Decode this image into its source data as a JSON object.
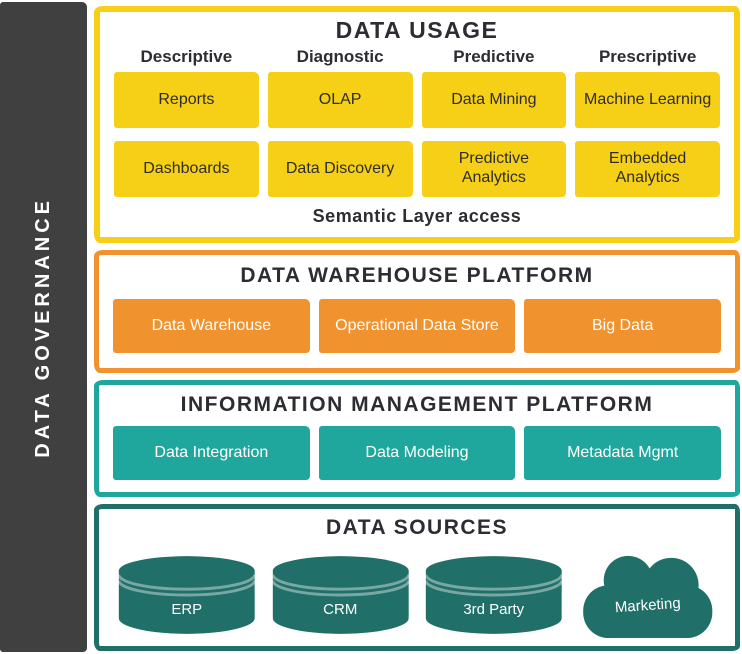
{
  "colors": {
    "yellow": "#F6D017",
    "orange": "#F0932E",
    "teal": "#1FA79D",
    "darkteal": "#206F68",
    "charcoal": "#404040",
    "ink": "#2E2B33",
    "white": "#FFFFFF",
    "page-bg": "#FFFFFF"
  },
  "governance": {
    "label": "DATA GOVERNANCE"
  },
  "sections": {
    "usage": {
      "title": "DATA USAGE",
      "columns": [
        "Descriptive",
        "Diagnostic",
        "Predictive",
        "Prescriptive"
      ],
      "rows": [
        [
          "Reports",
          "OLAP",
          "Data Mining",
          "Machine Learning"
        ],
        [
          "Dashboards",
          "Data Discovery",
          "Predictive Analytics",
          "Embedded Analytics"
        ]
      ],
      "footer": "Semantic Layer access"
    },
    "warehouse": {
      "title": "DATA WAREHOUSE PLATFORM",
      "items": [
        "Data Warehouse",
        "Operational Data Store",
        "Big Data"
      ]
    },
    "management": {
      "title": "INFORMATION MANAGEMENT PLATFORM",
      "items": [
        "Data Integration",
        "Data Modeling",
        "Metadata Mgmt"
      ]
    },
    "sources": {
      "title": "DATA SOURCES",
      "databases": [
        "ERP",
        "CRM",
        "3rd Party"
      ],
      "cloud": "Marketing"
    }
  }
}
